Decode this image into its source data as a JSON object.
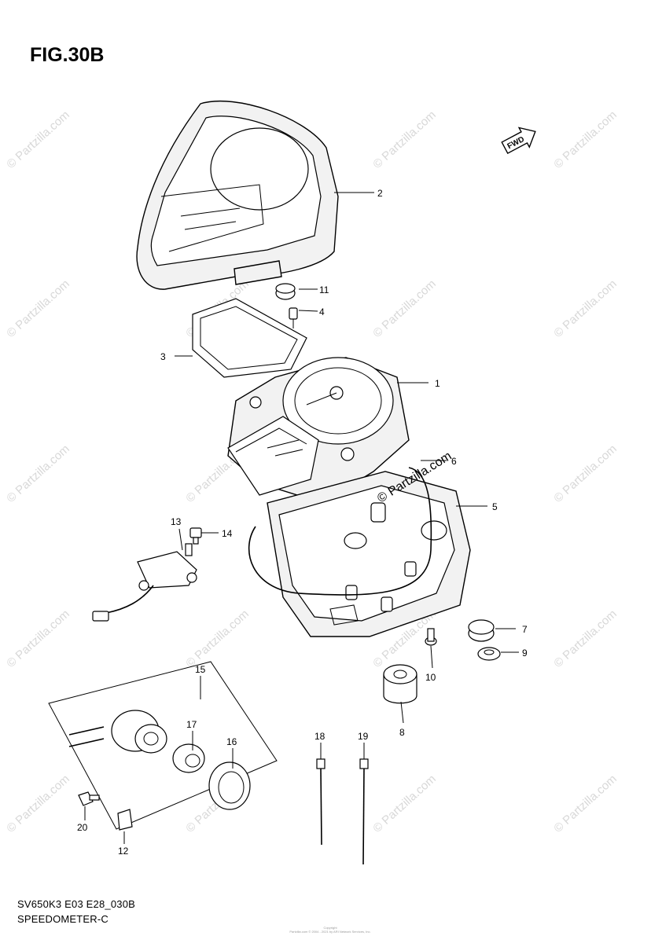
{
  "figure": {
    "title": "FIG.30B",
    "footer_line1": "SV650K3 E03 E28_030B",
    "footer_line2": "SPEEDOMETER-C",
    "copyright_small_1": "Copyright",
    "copyright_small_2": "Partzilla.com © 2004 - 2021 by ARI Network Services, Inc."
  },
  "watermark": {
    "text": "© Partzilla.com",
    "overlay_text": "© Partzilla.com"
  },
  "fwd_marker": "FWD",
  "callouts": {
    "p1": "1",
    "p2": "2",
    "p3": "3",
    "p4": "4",
    "p5": "5",
    "p6": "6",
    "p7": "7",
    "p8": "8",
    "p9": "9",
    "p10": "10",
    "p11": "11",
    "p12": "12",
    "p13": "13",
    "p14": "14",
    "p15": "15",
    "p16": "16",
    "p17": "17",
    "p18": "18",
    "p19": "19",
    "p20": "20"
  }
}
